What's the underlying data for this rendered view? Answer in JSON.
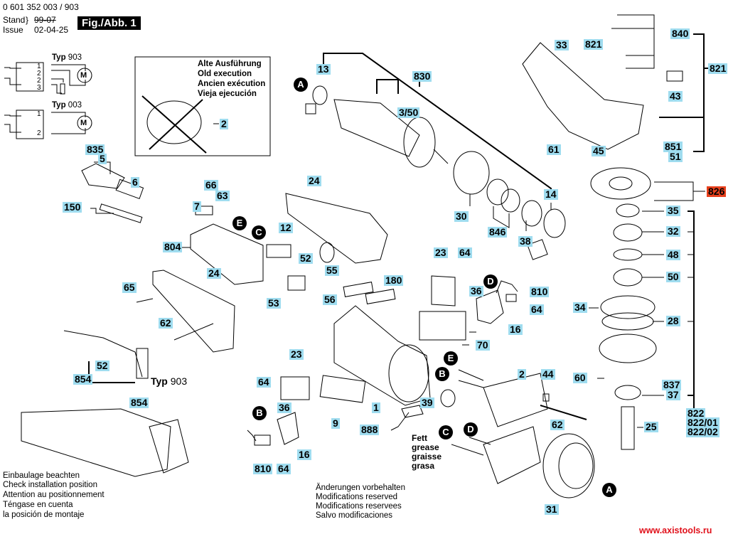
{
  "header": {
    "part_number": "0 601 352 003 / 903",
    "stand_label": "Stand",
    "issue_label": "Issue",
    "old_date": "99-07",
    "issue_date": "02-04-25",
    "figure_label": "Fig./Abb. 1"
  },
  "wiring": {
    "typ_903_prefix": "Typ",
    "typ_903_value": "903",
    "typ_003_prefix": "Typ",
    "typ_003_value": "003",
    "motor_symbol": "M",
    "terminals_903": [
      "1",
      "2",
      "2",
      "3"
    ],
    "terminals_003": [
      "1",
      "2"
    ]
  },
  "old_execution_box": {
    "lines": [
      "Alte Ausführung",
      "Old execution",
      "Ancien exécution",
      "Vieja ejecución"
    ],
    "part": "2"
  },
  "installation_note": [
    "Einbaulage beachten",
    "Check installation position",
    "Attention au positionnement",
    "Téngase en cuenta",
    "la posición de montaje"
  ],
  "modifications_note": [
    "Änderungen vorbehalten",
    "Modifications reserved",
    "Modifications reservees",
    "Salvo modificaciones"
  ],
  "grease_note": [
    "Fett",
    "grease",
    "graisse",
    "grasa"
  ],
  "typ_903_cable": {
    "prefix": "Typ",
    "value": "903"
  },
  "connection_markers": [
    "A",
    "A",
    "B",
    "B",
    "C",
    "C",
    "D",
    "D",
    "E",
    "E"
  ],
  "part_labels": {
    "p13": "13",
    "p830": "830",
    "p3_50": "3/50",
    "p14": "14",
    "p30": "30",
    "p846": "846",
    "p38": "38",
    "p33": "33",
    "p821a": "821",
    "p840": "840",
    "p821b": "821",
    "p43": "43",
    "p61": "61",
    "p45": "45",
    "p851": "851",
    "p51": "51",
    "p826": "826",
    "p35": "35",
    "p32": "32",
    "p48": "48",
    "p50": "50",
    "p34": "34",
    "p28": "28",
    "p60": "60",
    "p837": "837",
    "p37": "37",
    "p822": "822",
    "p822_01": "822/01",
    "p822_02": "822/02",
    "p25": "25",
    "p835": "835",
    "p5": "5",
    "p6": "6",
    "p150": "150",
    "p66": "66",
    "p63": "63",
    "p7": "7",
    "p804": "804",
    "p12": "12",
    "p52a": "52",
    "p55": "55",
    "p24a": "24",
    "p24b": "24",
    "p53": "53",
    "p65": "65",
    "p62a": "62",
    "p52b": "52",
    "p854a": "854",
    "p854b": "854",
    "p23a": "23",
    "p64a": "64",
    "p180": "180",
    "p56": "56",
    "p36a": "36",
    "p810a": "810",
    "p64b": "64",
    "p16a": "16",
    "p70": "70",
    "p23b": "23",
    "p64c": "64",
    "p36b": "36",
    "p16b": "16",
    "p810b": "810",
    "p64d": "64",
    "p9": "9",
    "p1": "1",
    "p888": "888",
    "p39": "39",
    "p2": "2",
    "p44": "44",
    "p62b": "62",
    "p31": "31"
  },
  "highlight_color": "#9fdcef",
  "accent_color": "#e8401c",
  "watermark": "www.axistools.ru"
}
